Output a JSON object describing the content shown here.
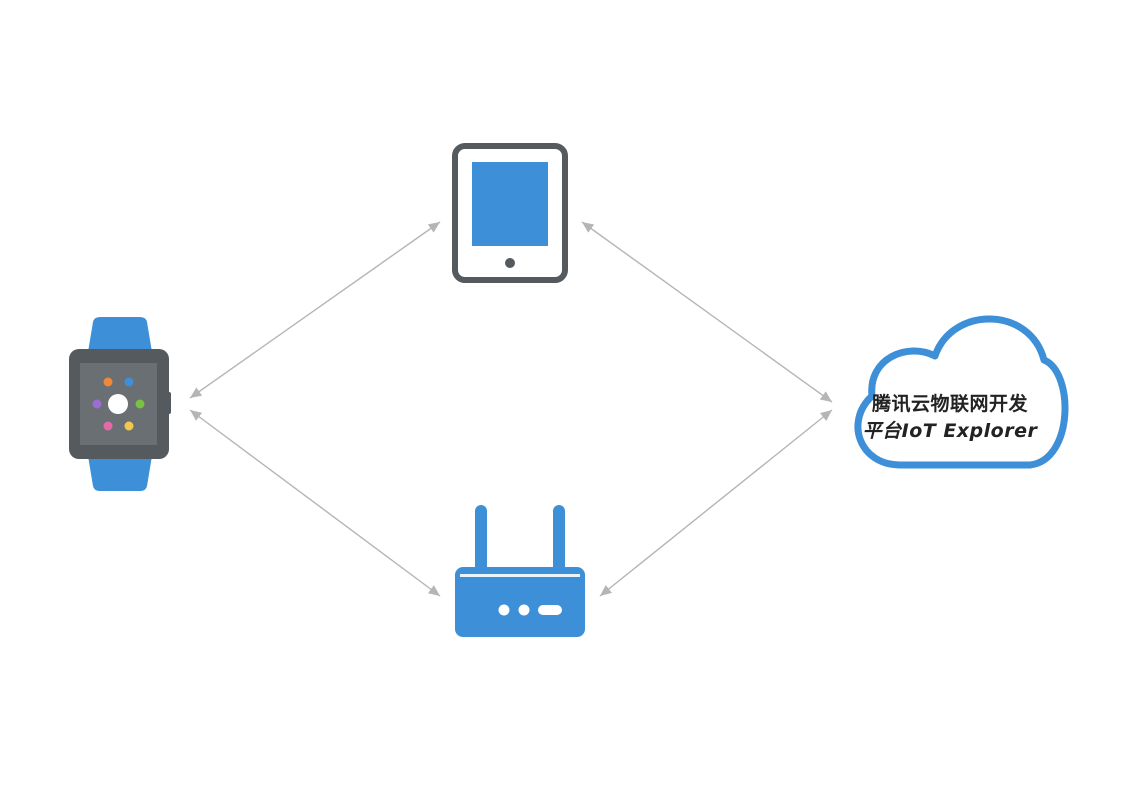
{
  "diagram": {
    "nodes": {
      "tablet": {
        "icon": "tablet-icon"
      },
      "watch": {
        "icon": "smartwatch-icon"
      },
      "router": {
        "icon": "router-icon"
      },
      "cloud": {
        "icon": "cloud-icon",
        "label_line_1": "腾讯云物联网开发",
        "label_line_2": "平台IoT Explorer"
      }
    },
    "connections": [
      {
        "from": "watch",
        "to": "tablet",
        "bidirectional": true
      },
      {
        "from": "watch",
        "to": "router",
        "bidirectional": true
      },
      {
        "from": "tablet",
        "to": "cloud",
        "bidirectional": true
      },
      {
        "from": "router",
        "to": "cloud",
        "bidirectional": true
      }
    ]
  },
  "colors": {
    "accent_blue": "#3d8fd8",
    "device_dark": "#555a5f",
    "arrow_gray": "#b5b5b5",
    "watch_dots": [
      "#f0883a",
      "#3d8fd8",
      "#7ac142",
      "#f2c94c",
      "#e36aa5",
      "#9b6cd1"
    ]
  }
}
